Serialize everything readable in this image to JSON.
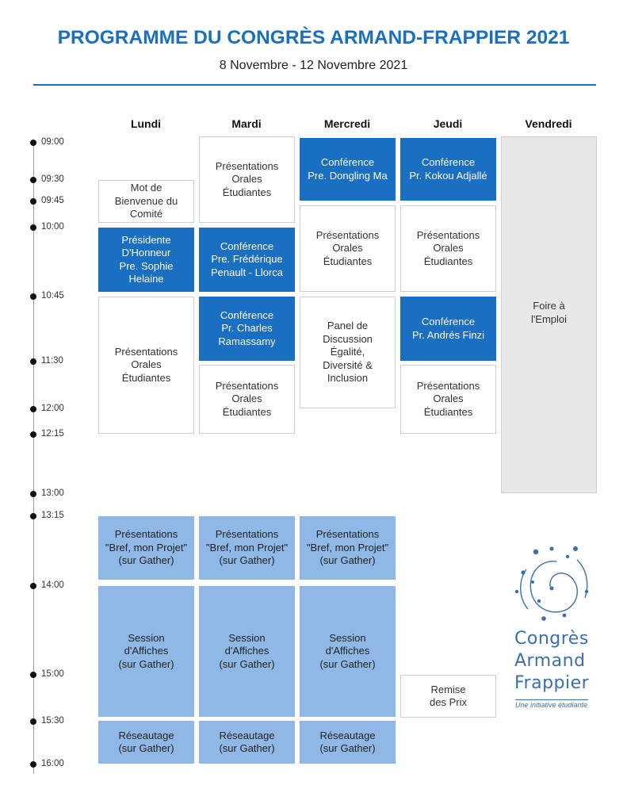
{
  "header": {
    "title": "PROGRAMME DU CONGRÈS ARMAND-FRAPPIER 2021",
    "dates": "8  Novembre - 12 Novembre 2021"
  },
  "days": [
    "Lundi",
    "Mardi",
    "Mercredi",
    "Jeudi",
    "Vendredi"
  ],
  "times": [
    "09:00",
    "09:30",
    "09:45",
    "10:00",
    "10:45",
    "11:30",
    "12:00",
    "12:15",
    "13:00",
    "13:15",
    "14:00",
    "15:00",
    "15:30",
    "16:00"
  ],
  "sessions": {
    "lundi": {
      "mot_bienvenue": "Mot de\nBienvenue du\nComité",
      "presidente": "Présidente\nD'Honneur\nPre. Sophie\nHelaine",
      "presentations": "Présentations\nOrales\nÉtudiantes",
      "bref": "Présentations\n\"Bref, mon Projet\"\n(sur Gather)",
      "affiches": "Session\nd'Affiches\n(sur Gather)",
      "reseautage": "Réseautage\n(sur Gather)"
    },
    "mardi": {
      "presentations_1": "Présentations\nOrales\nÉtudiantes",
      "conference_1": "Conférence\nPre. Frédérique\nPenault - Llorca",
      "conference_2": "Conférence\nPr. Charles\nRamassamy",
      "presentations_2": "Présentations\nOrales\nÉtudiantes",
      "bref": "Présentations\n\"Bref, mon Projet\"\n(sur Gather)",
      "affiches": "Session\nd'Affiches\n(sur Gather)",
      "reseautage": "Réseautage\n(sur Gather)"
    },
    "mercredi": {
      "conference": "Conférence\nPre. Dongling Ma",
      "presentations": "Présentations\nOrales\nÉtudiantes",
      "panel": "Panel de\nDiscussion\nÉgalité,\nDiversité &\nInclusion",
      "bref": "Présentations\n\"Bref, mon Projet\"\n(sur Gather)",
      "affiches": "Session\nd'Affiches\n(sur Gather)",
      "reseautage": "Réseautage\n(sur Gather)"
    },
    "jeudi": {
      "conference_1": "Conférence\nPr. Kokou Adjallé",
      "presentations_1": "Présentations\nOrales\nÉtudiantes",
      "conference_2": "Conférence\nPr. Andrés Finzi",
      "presentations_2": "Présentations\nOrales\nÉtudiantes",
      "remise": "Remise\ndes Prix"
    },
    "vendredi": {
      "foire": "Foire à\nl'Emploi"
    }
  },
  "logo": {
    "line1": "Congrès",
    "line2": "Armand",
    "line3": "Frappier",
    "tagline": "Une initiative étudiante",
    "color": "#3a6fb0"
  },
  "colors": {
    "accent": "#1b6fc2",
    "light_block": "#8fb8e6",
    "grey_block": "#e8e8e8"
  }
}
